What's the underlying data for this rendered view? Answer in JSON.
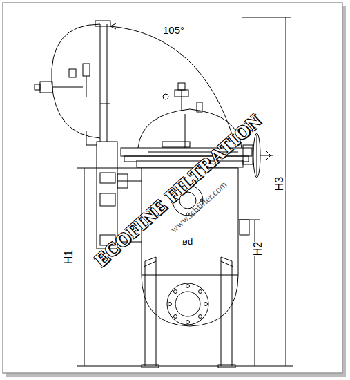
{
  "diagram": {
    "labels": [
      "105°",
      "H3",
      "H1",
      "H2",
      "ød",
      "ECOFINE FILTRATION",
      "www.tchfilter.com"
    ]
  }
}
